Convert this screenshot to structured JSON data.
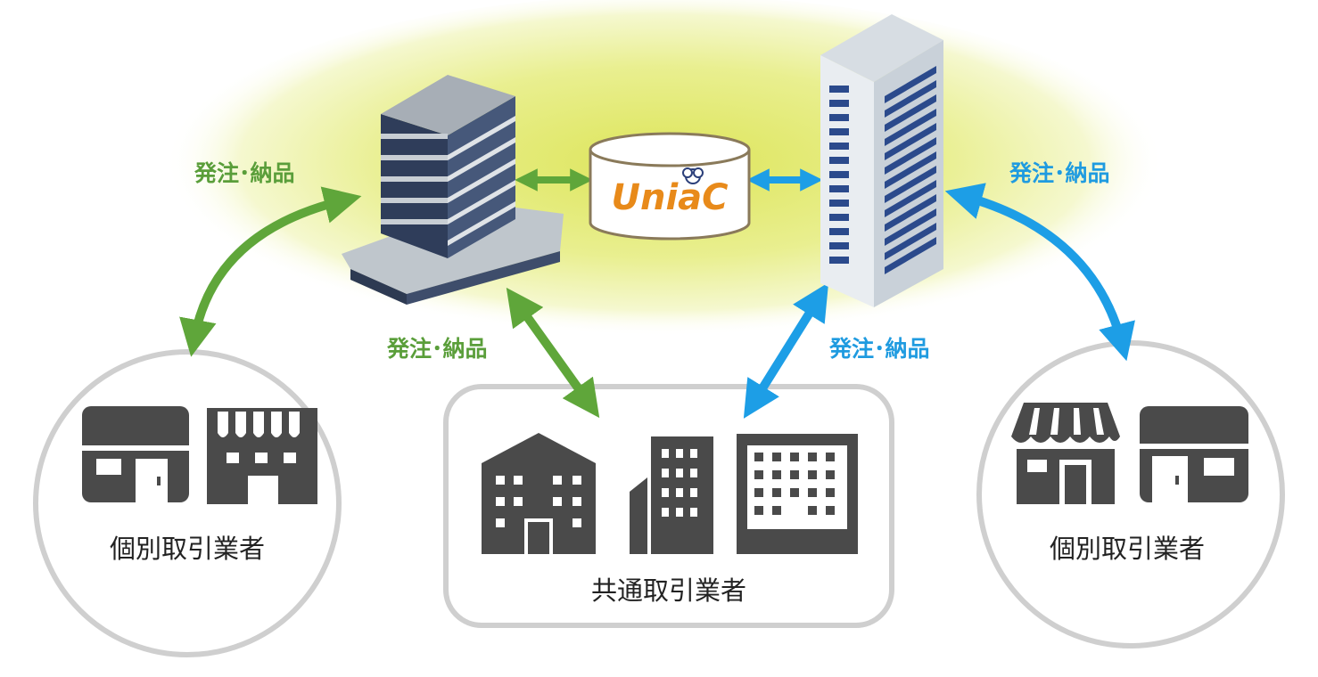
{
  "labels": {
    "order_delivery_top_left": "発注･納品",
    "order_delivery_bottom_left": "発注･納品",
    "order_delivery_top_right": "発注･納品",
    "order_delivery_bottom_right": "発注･納品"
  },
  "database": {
    "logo_text": "UniaC"
  },
  "groups": {
    "left": {
      "caption": "個別取引業者"
    },
    "center": {
      "caption": "共通取引業者"
    },
    "right": {
      "caption": "個別取引業者"
    }
  },
  "colors": {
    "green_arrow": "#5fa63a",
    "blue_arrow": "#1d9ee6",
    "glow": "#e8ef8a",
    "logo_orange": "#e88a1a",
    "icon_gray": "#4a4a4a",
    "frame_gray": "#cfcfcf"
  },
  "icons": [
    "office-building-icon",
    "tower-building-icon",
    "database-icon",
    "shop-icon",
    "storefront-awning-icon",
    "house-building-icon",
    "apartment-building-icon"
  ]
}
